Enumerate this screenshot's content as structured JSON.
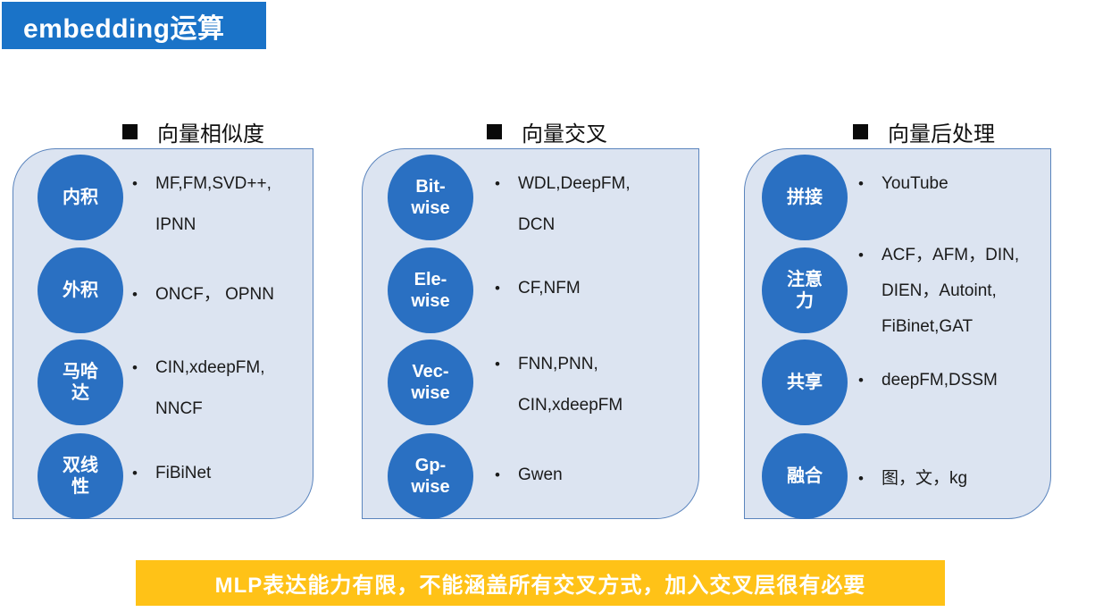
{
  "title": "embedding运算",
  "bullet": "•",
  "colors": {
    "title_bar": "#1a73c8",
    "circle": "#2a70c2",
    "panel_bg": "#dce4f1",
    "panel_border": "#5a84bd",
    "footer_bg": "#ffc217",
    "footer_text": "#ffffff"
  },
  "columns": [
    {
      "header": "向量相似度",
      "items": [
        {
          "circle_lines": [
            "内积"
          ],
          "lines": [
            "MF,FM,SVD++,",
            "IPNN"
          ]
        },
        {
          "circle_lines": [
            "外积"
          ],
          "lines": [
            "ONCF， OPNN"
          ]
        },
        {
          "circle_lines": [
            "马哈",
            "达"
          ],
          "lines": [
            "CIN,xdeepFM,",
            "NNCF"
          ]
        },
        {
          "circle_lines": [
            "双线",
            "性"
          ],
          "lines": [
            "FiBiNet"
          ]
        }
      ]
    },
    {
      "header": "向量交叉",
      "items": [
        {
          "circle_lines": [
            "Bit-",
            "wise"
          ],
          "lines": [
            "WDL,DeepFM,",
            "DCN"
          ]
        },
        {
          "circle_lines": [
            "Ele-",
            "wise"
          ],
          "lines": [
            "CF,NFM"
          ]
        },
        {
          "circle_lines": [
            "Vec-",
            "wise"
          ],
          "lines": [
            "FNN,PNN,",
            "CIN,xdeepFM"
          ]
        },
        {
          "circle_lines": [
            "Gp-",
            "wise"
          ],
          "lines": [
            "Gwen"
          ]
        }
      ]
    },
    {
      "header": "向量后处理",
      "items": [
        {
          "circle_lines": [
            "拼接"
          ],
          "lines": [
            "YouTube"
          ]
        },
        {
          "circle_lines": [
            "注意",
            "力"
          ],
          "lines": [
            "ACF，AFM，DIN,",
            "DIEN，Autoint,",
            "FiBinet,GAT"
          ]
        },
        {
          "circle_lines": [
            "共享"
          ],
          "lines": [
            "deepFM,DSSM"
          ]
        },
        {
          "circle_lines": [
            "融合"
          ],
          "lines": [
            "图，文，kg"
          ]
        }
      ]
    }
  ],
  "footer": "MLP表达能力有限，不能涵盖所有交叉方式，加入交叉层很有必要"
}
